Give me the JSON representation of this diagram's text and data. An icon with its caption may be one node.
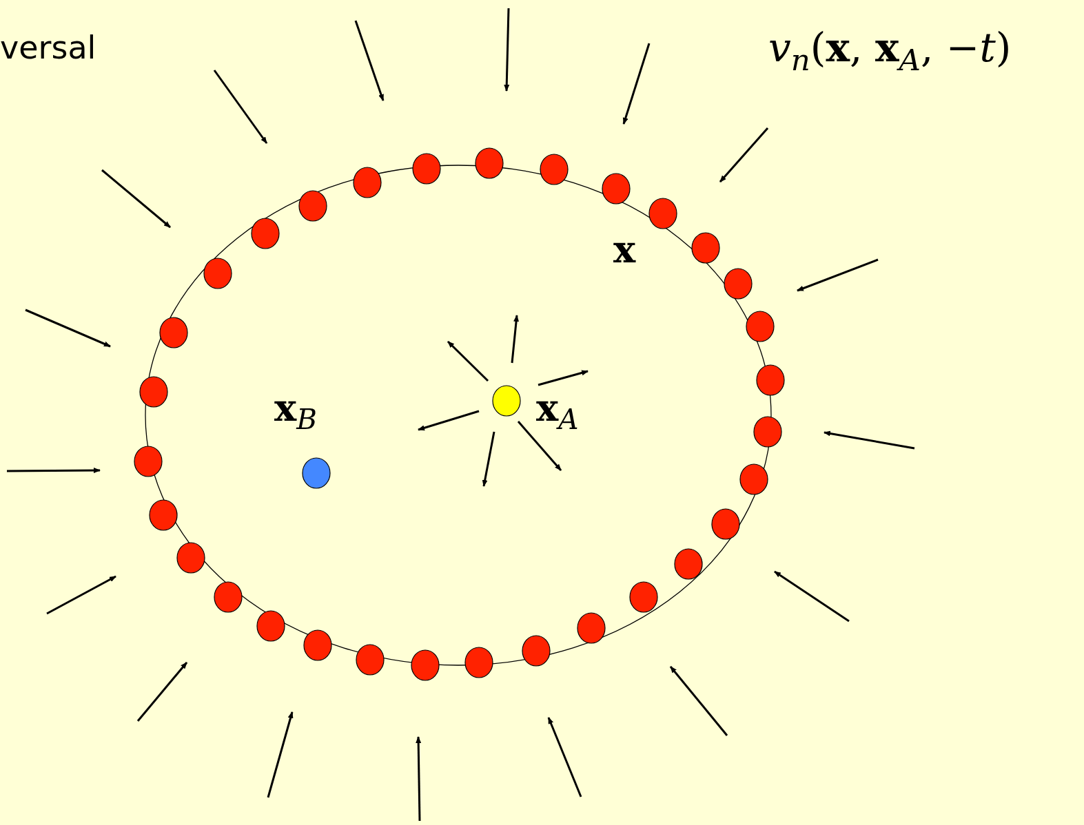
{
  "diagram": {
    "labels": [
      "versal",
      "*v*$_{n}$(**x**, **x**$_{A}$, −*t*)",
      "**x**",
      "**x**$_{B}$",
      "**x**$_{A}$"
    ]
  }
}
